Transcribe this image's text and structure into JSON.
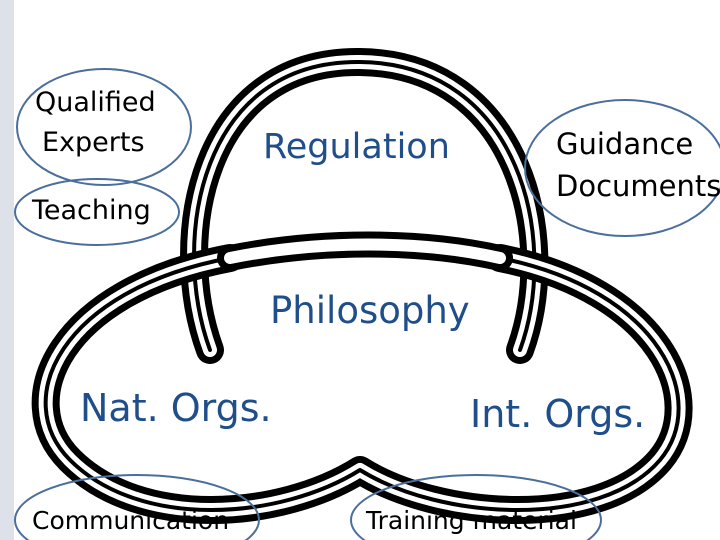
{
  "diagram": {
    "center": {
      "label": "Philosophy"
    },
    "nodes": [
      {
        "id": "regulation",
        "label": "Regulation"
      },
      {
        "id": "nat_orgs",
        "label": "Nat. Orgs."
      },
      {
        "id": "int_orgs",
        "label": "Int. Orgs."
      }
    ],
    "bubbles": [
      {
        "id": "qualified_experts",
        "lines": [
          "Qualified",
          "Experts"
        ]
      },
      {
        "id": "teaching",
        "label": "Teaching"
      },
      {
        "id": "guidance_documents",
        "lines": [
          "Guidance",
          "Documents"
        ]
      },
      {
        "id": "communication",
        "label": "Communication"
      },
      {
        "id": "training_material",
        "label": "Training material"
      }
    ]
  },
  "colors": {
    "knot": "#000000",
    "bubble_border": "#4a6f9c",
    "core_text": "#1f4e8a",
    "side_bar": "#dde2ea"
  }
}
